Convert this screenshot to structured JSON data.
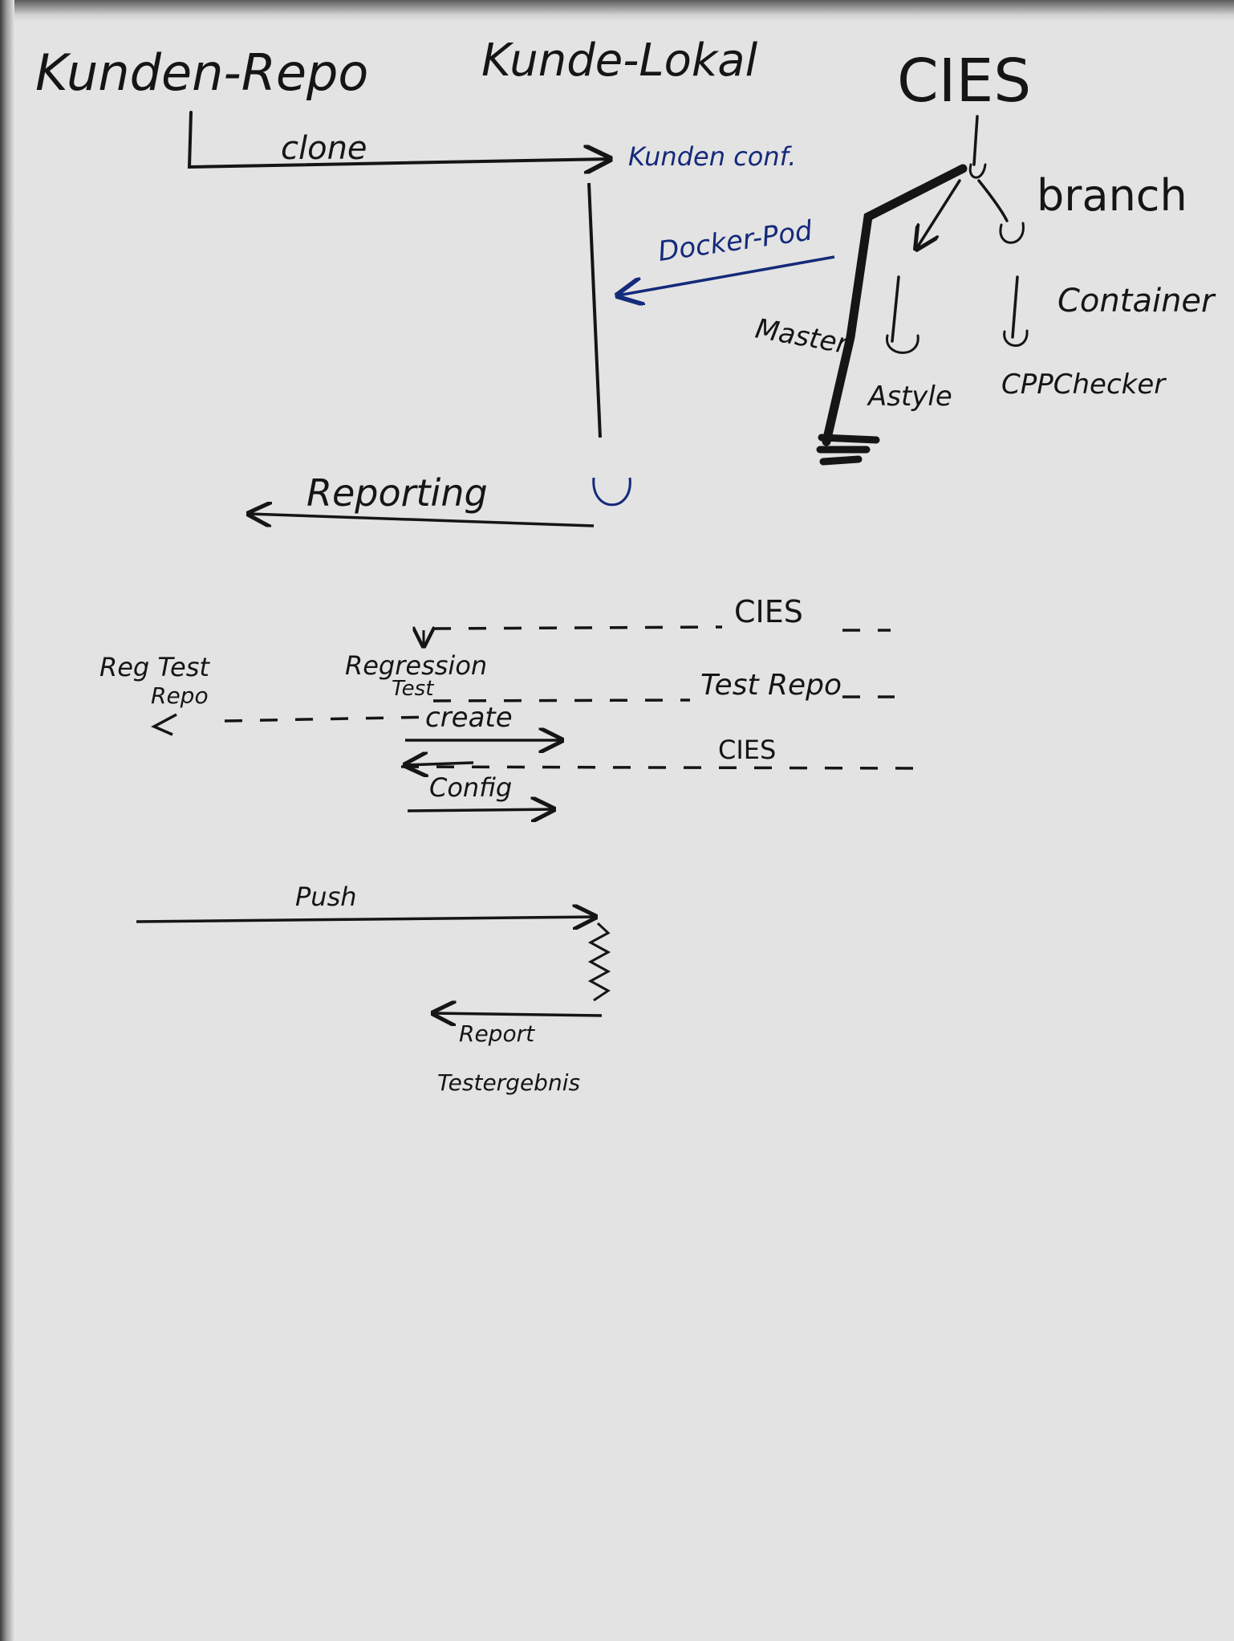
{
  "labels": {
    "kunden_repo": "Kunden-Repo",
    "kunde_lokal": "Kunde-Lokal",
    "cies_title": "CIES",
    "clone": "clone",
    "kunden_conf": "Kunden conf.",
    "branch": "branch",
    "docker_pod": "Docker-Pod",
    "master": "Master",
    "container": "Container",
    "astyle": "Astyle",
    "cppchecker": "CPPChecker",
    "reporting": "Reporting",
    "cies_lane1": "CIES",
    "reg_test_repo_1": "Reg Test",
    "reg_test_repo_2": "Repo",
    "regression_test_1": "Regression",
    "regression_test_2": "Test",
    "test_repo": "Test Repo",
    "create": "create",
    "cies_lane2": "CIES",
    "config": "Config",
    "push": "Push",
    "report": "Report",
    "testergebnis": "Testergebnis"
  },
  "colors": {
    "ink": "#151515",
    "blue_ink": "#142a7a"
  }
}
